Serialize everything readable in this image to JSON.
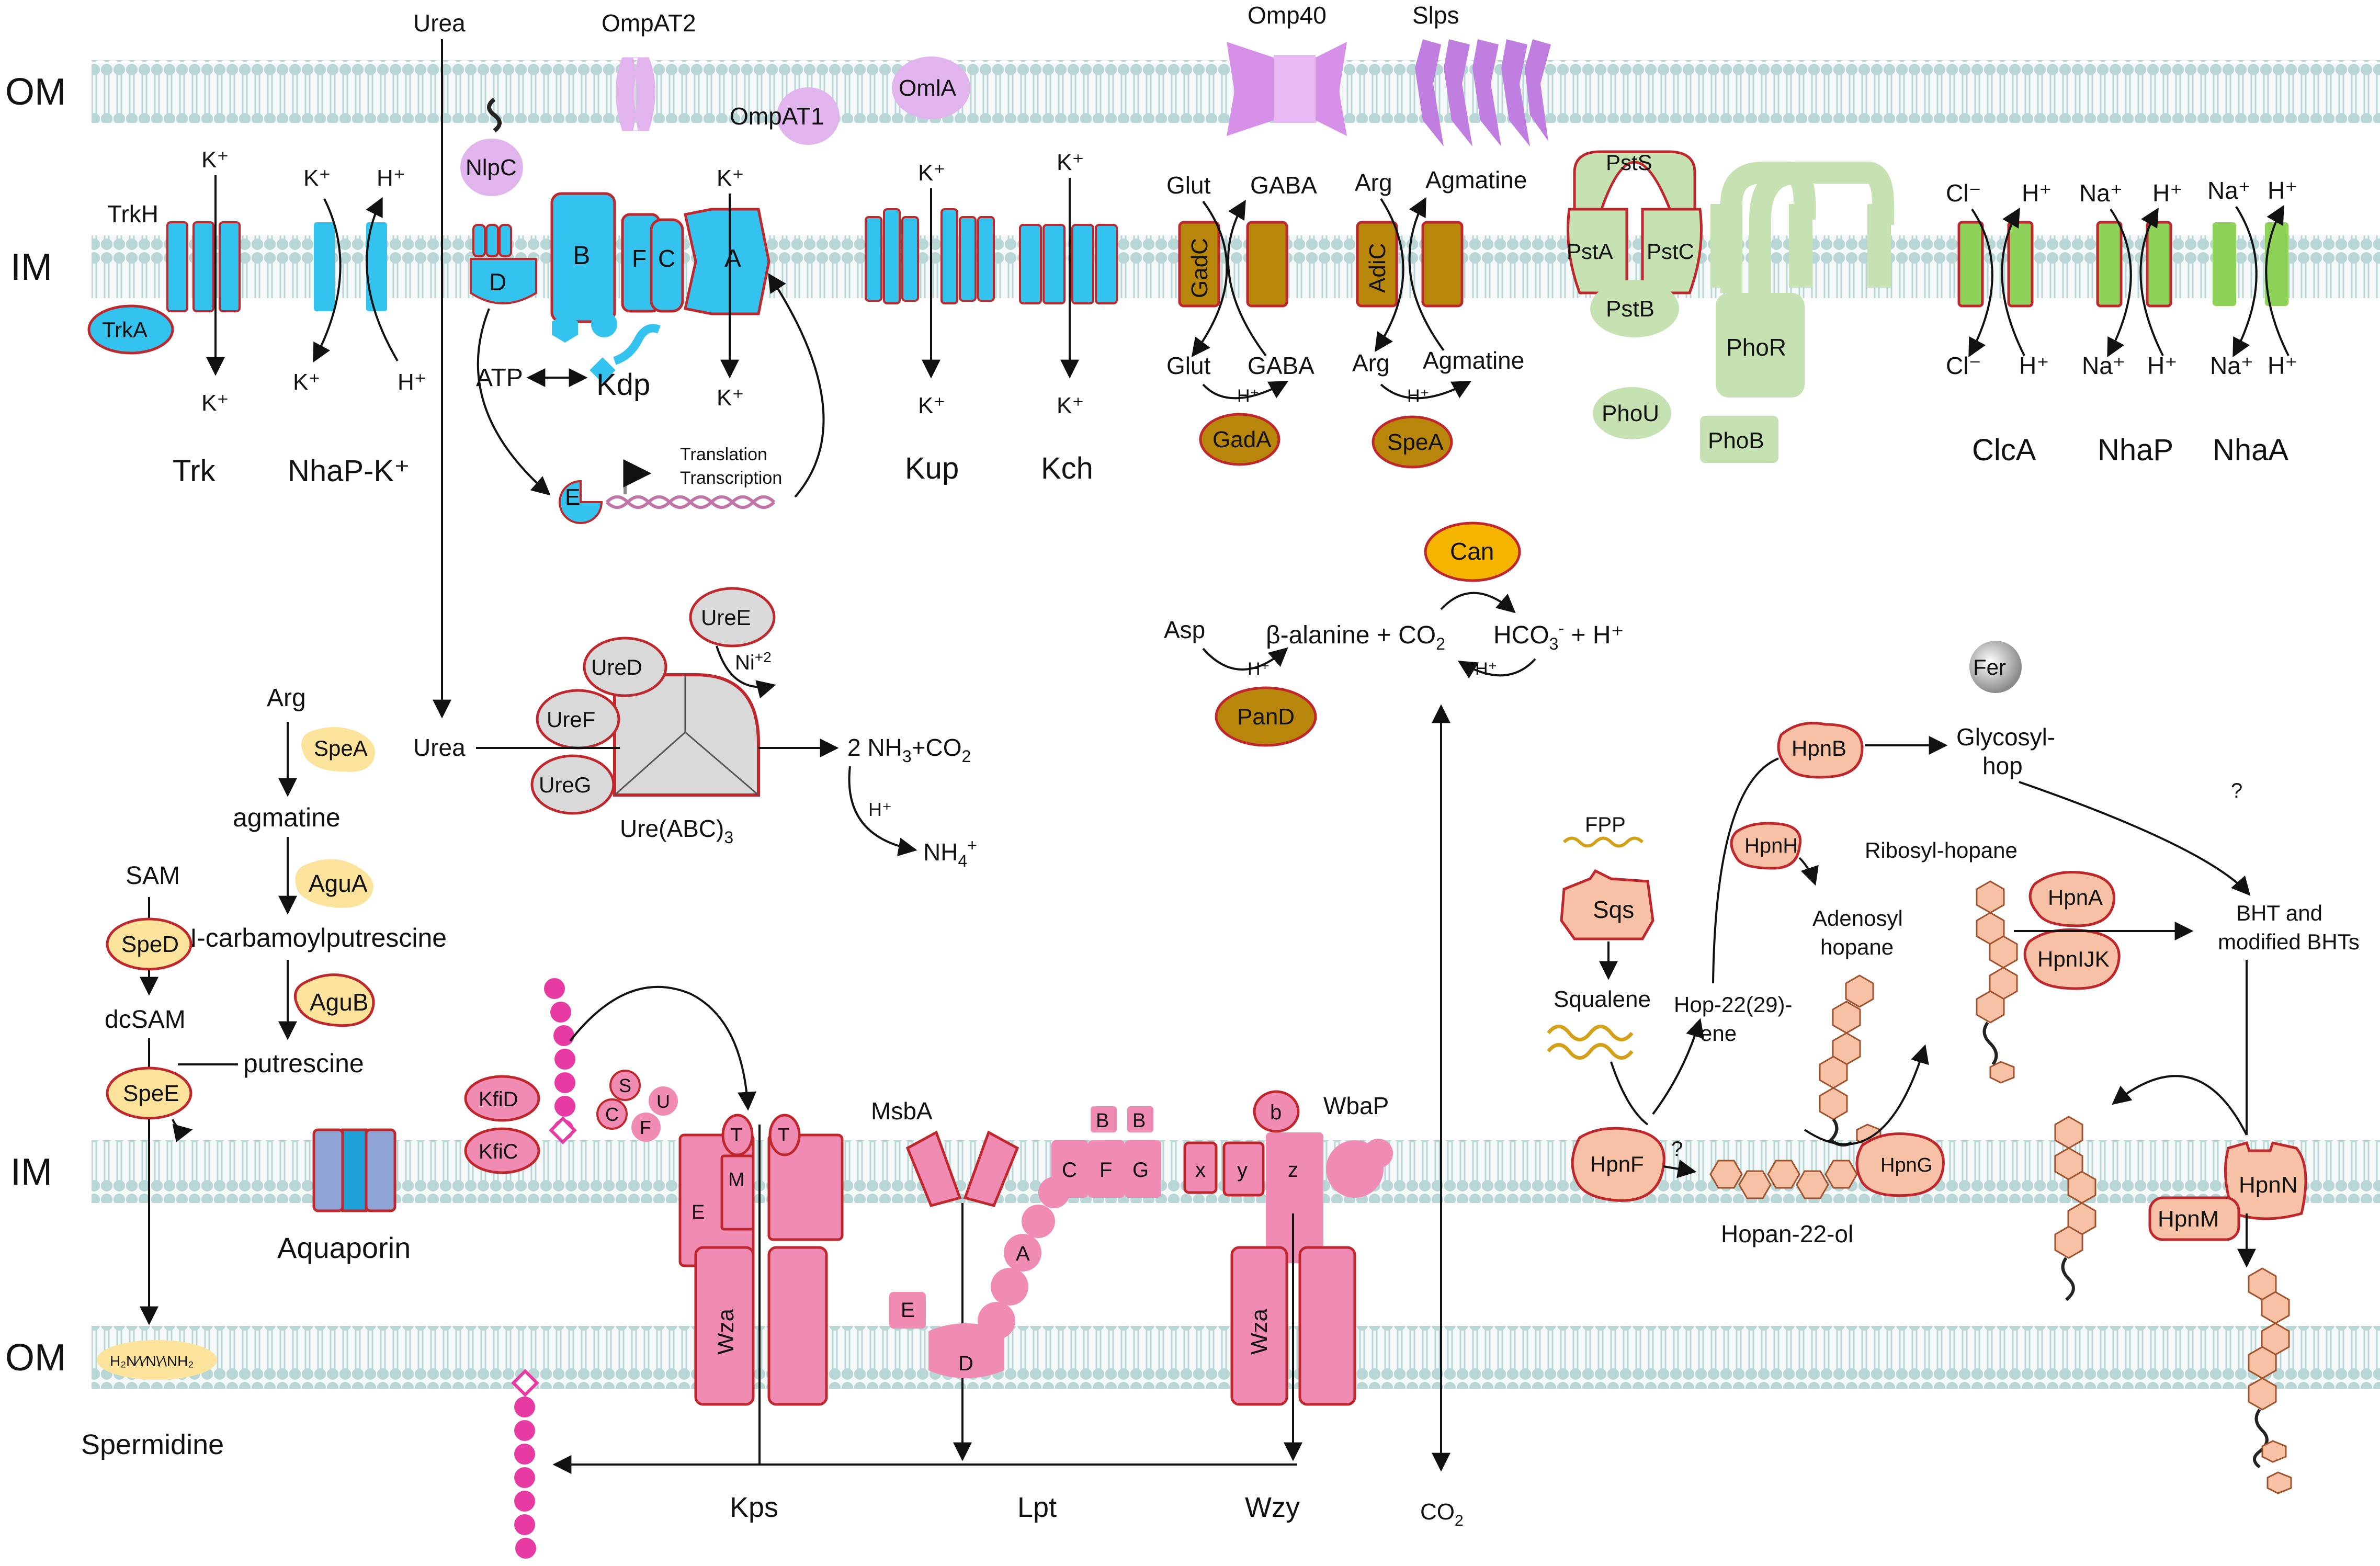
{
  "colors": {
    "membrane_head": "#b9d6d6",
    "membrane_tail": "#e4eeee",
    "cyan_protein": "#33c3ee",
    "red_outline": "#c0272d",
    "pink_protein": "#f08bb4",
    "magenta": "#e83aa3",
    "violet_protein": "#d790e8",
    "brown_protein": "#b8860b",
    "green_protein": "#c6e2b2",
    "green_bright": "#8ed25a",
    "salmon_protein": "#f6c1a4",
    "yellow_protein": "#fbe39b",
    "blue_aquaporin": "#8ea3d6",
    "gray_ure": "#d9d9d9",
    "orange_can": "#f4b400"
  },
  "icons": [
    "arrow",
    "membrane-bilayer",
    "hexagon-ring",
    "dna-helix",
    "gear-sphere"
  ],
  "membranes": {
    "om": "OM",
    "im": "IM",
    "im_lower": "IM",
    "om_lower": "OM"
  },
  "top": {
    "urea": "Urea",
    "ompat2": "OmpAT2",
    "ompat1": "OmpAT1",
    "omla": "OmlA",
    "omp40": "Omp40",
    "slps": "Slps",
    "nlpc": "NlpC"
  },
  "potassium": {
    "trkh": "TrkH",
    "trka": "TrkA",
    "trk": "Trk",
    "nhap_k": "NhaP-K⁺",
    "k_plus": "K⁺",
    "h_plus": "H⁺",
    "kdp": "Kdp",
    "kdp_b": "B",
    "kdp_f": "F",
    "kdp_c": "C",
    "kdp_a": "A",
    "kdp_d": "D",
    "kdp_e": "E",
    "atp": "ATP",
    "translation": "Translation",
    "transcription": "Transcription",
    "kup": "Kup",
    "kch": "Kch"
  },
  "acid": {
    "glut": "Glut",
    "gaba": "GABA",
    "gadc": "GadC",
    "gada": "GadA",
    "arg": "Arg",
    "agmatine": "Agmatine",
    "adic": "AdiC",
    "spea": "SpeA",
    "h_plus": "H⁺"
  },
  "pho": {
    "psts": "PstS",
    "psta": "PstA",
    "pstc": "PstC",
    "pstb": "PstB",
    "phor": "PhoR",
    "phou": "PhoU",
    "phob": "PhoB"
  },
  "ions": {
    "cl": "Cl⁻",
    "h": "H⁺",
    "na": "Na⁺",
    "clca": "ClcA",
    "nhap": "NhaP",
    "nhaa": "NhaA"
  },
  "urease": {
    "uree": "UreE",
    "ured": "UreD",
    "uref": "UreF",
    "ureg": "UreG",
    "ni": "Ni",
    "ni_sup": "+2",
    "urea": "Urea",
    "ure_abc": "Ure(ABC)",
    "ure_sub": "3",
    "nh3_co2_a": "2 NH",
    "nh3_co2_sub": "3",
    "nh3_co2_b": "+CO",
    "nh3_co2_sub2": "2",
    "h_plus": "H⁺",
    "nh4": "NH",
    "nh4_sub": "4",
    "nh4_sup": "+"
  },
  "carbon": {
    "can": "Can",
    "asp": "Asp",
    "beta_alanine": "β-alanine + CO",
    "co2_sub": "2",
    "hco3": "HCO",
    "hco3_sub": "3",
    "hco3_sup": "-",
    "plus_h": " + H⁺",
    "h_plus": "H⁺",
    "pand": "PanD",
    "co2": "CO",
    "co2_bottom_sub": "2"
  },
  "polyamine": {
    "arg": "Arg",
    "spea": "SpeA",
    "agmatine": "agmatine",
    "agua": "AguA",
    "ncarb": "N-carbamoylputrescine",
    "agub": "AguB",
    "putrescine": "putrescine",
    "sam": "SAM",
    "sped": "SpeD",
    "dcsam": "dcSAM",
    "spee": "SpeE",
    "spermidine": "Spermidine",
    "spermidine_formula": "H₂N⁄\\⁄N\\⁄\\NH₂",
    "aquaporin": "Aquaporin"
  },
  "capsule": {
    "kfid": "KfiD",
    "kfic": "KfiC",
    "s": "S",
    "c": "C",
    "u": "U",
    "f": "F",
    "t": "T",
    "m": "M",
    "e": "E",
    "wza": "Wza",
    "kps": "Kps"
  },
  "lps": {
    "msba": "MsbA",
    "b": "B",
    "c": "C",
    "f": "F",
    "g": "G",
    "a": "A",
    "e": "E",
    "d": "D",
    "lpt": "Lpt",
    "x": "x",
    "y": "y",
    "z": "z",
    "b_small": "b",
    "wbap": "WbaP",
    "wza": "Wza",
    "wzy": "Wzy"
  },
  "hopanoid": {
    "fer": "Fer",
    "hpnb": "HpnB",
    "glycosyl": "Glycosyl-",
    "hop": "hop",
    "question": "?",
    "fpp": "FPP",
    "sqs": "Sqs",
    "squalene": "Squalene",
    "hpnh": "HpnH",
    "ribosyl": "Ribosyl-hopane",
    "hpna": "HpnA",
    "hpnijk": "HpnIJK",
    "bht1": "BHT and",
    "bht2": "modified BHTs",
    "adenosyl1": "Adenosyl",
    "adenosyl2": "hopane",
    "hop22_1": "Hop-22(29)-",
    "hop22_2": "ene",
    "hpnf": "HpnF",
    "hpng": "HpnG",
    "hopanol": "Hopan-22-ol",
    "hpnn": "HpnN",
    "hpnm": "HpnM"
  }
}
